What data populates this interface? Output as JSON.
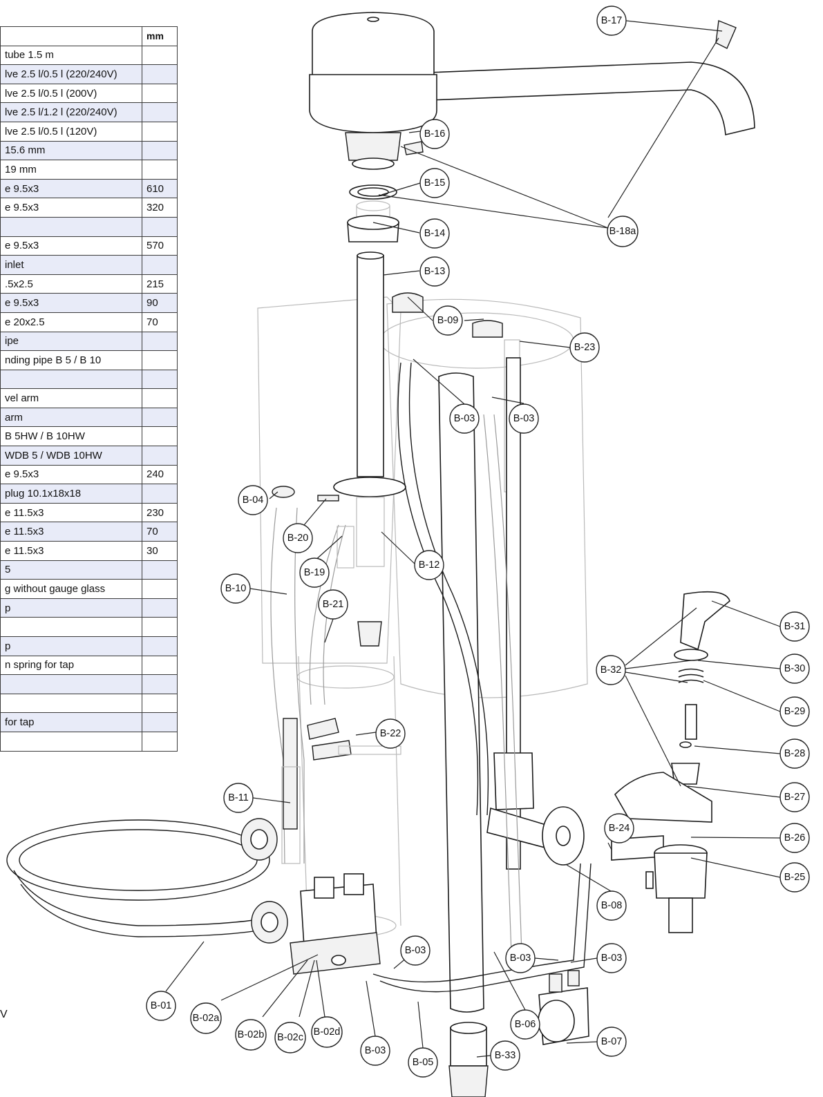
{
  "table": {
    "header": {
      "description": "",
      "unit": "mm"
    },
    "rows": [
      {
        "desc": "tube 1.5 m",
        "mm": "",
        "shade": false
      },
      {
        "desc": "lve 2.5 l/0.5 l (220/240V)",
        "mm": "",
        "shade": true
      },
      {
        "desc": "lve 2.5 l/0.5 l (200V)",
        "mm": "",
        "shade": false
      },
      {
        "desc": "lve 2.5 l/1.2 l (220/240V)",
        "mm": "",
        "shade": true
      },
      {
        "desc": "lve 2.5 l/0.5 l (120V)",
        "mm": "",
        "shade": false
      },
      {
        "desc": "15.6 mm",
        "mm": "",
        "shade": true
      },
      {
        "desc": "19 mm",
        "mm": "",
        "shade": false
      },
      {
        "desc": "e 9.5x3",
        "mm": "610",
        "shade": true
      },
      {
        "desc": "e 9.5x3",
        "mm": "320",
        "shade": false
      },
      {
        "desc": "",
        "mm": "",
        "shade": true
      },
      {
        "desc": "e 9.5x3",
        "mm": "570",
        "shade": false
      },
      {
        "desc": "inlet",
        "mm": "",
        "shade": true
      },
      {
        "desc": ".5x2.5",
        "mm": "215",
        "shade": false
      },
      {
        "desc": "e 9.5x3",
        "mm": "90",
        "shade": true
      },
      {
        "desc": "e 20x2.5",
        "mm": "70",
        "shade": false
      },
      {
        "desc": "ipe",
        "mm": "",
        "shade": true
      },
      {
        "desc": "nding pipe B 5 / B 10",
        "mm": "",
        "shade": false
      },
      {
        "desc": "",
        "mm": "",
        "shade": true
      },
      {
        "desc": "vel arm",
        "mm": "",
        "shade": false
      },
      {
        "desc": "arm",
        "mm": "",
        "shade": true
      },
      {
        "desc": "B 5HW / B 10HW",
        "mm": "",
        "shade": false
      },
      {
        "desc": "WDB 5 / WDB 10HW",
        "mm": "",
        "shade": true
      },
      {
        "desc": "e 9.5x3",
        "mm": "240",
        "shade": false
      },
      {
        "desc": "plug 10.1x18x18",
        "mm": "",
        "shade": true
      },
      {
        "desc": "e 11.5x3",
        "mm": "230",
        "shade": false
      },
      {
        "desc": "e 11.5x3",
        "mm": "70",
        "shade": true
      },
      {
        "desc": "e 11.5x3",
        "mm": "30",
        "shade": false
      },
      {
        "desc": "5",
        "mm": "",
        "shade": true
      },
      {
        "desc": "g without gauge glass",
        "mm": "",
        "shade": false
      },
      {
        "desc": "p",
        "mm": "",
        "shade": true
      },
      {
        "desc": "",
        "mm": "",
        "shade": false
      },
      {
        "desc": "p",
        "mm": "",
        "shade": true
      },
      {
        "desc": "n spring for tap",
        "mm": "",
        "shade": false
      },
      {
        "desc": "",
        "mm": "",
        "shade": true
      },
      {
        "desc": "",
        "mm": "",
        "shade": false
      },
      {
        "desc": "for tap",
        "mm": "",
        "shade": true
      },
      {
        "desc": "",
        "mm": "",
        "shade": false
      }
    ]
  },
  "fragment_text": "V",
  "callouts": {
    "b17": "B-17",
    "b16": "B-16",
    "b15": "B-15",
    "b14": "B-14",
    "b18a": "B-18a",
    "b13": "B-13",
    "b09": "B-09",
    "b23": "B-23",
    "b03a": "B-03",
    "b03b": "B-03",
    "b04": "B-04",
    "b20": "B-20",
    "b19": "B-19",
    "b12": "B-12",
    "b10": "B-10",
    "b21": "B-21",
    "b22": "B-22",
    "b11": "B-11",
    "b31": "B-31",
    "b30": "B-30",
    "b32": "B-32",
    "b29": "B-29",
    "b28": "B-28",
    "b27": "B-27",
    "b26": "B-26",
    "b24": "B-24",
    "b25": "B-25",
    "b08": "B-08",
    "b03c": "B-03",
    "b03d": "B-03",
    "b03e": "B-03",
    "b01": "B-01",
    "b02a": "B-02a",
    "b02b": "B-02b",
    "b02c": "B-02c",
    "b02d": "B-02d",
    "b03f": "B-03",
    "b05": "B-05",
    "b33": "B-33",
    "b06": "B-06",
    "b07": "B-07"
  }
}
